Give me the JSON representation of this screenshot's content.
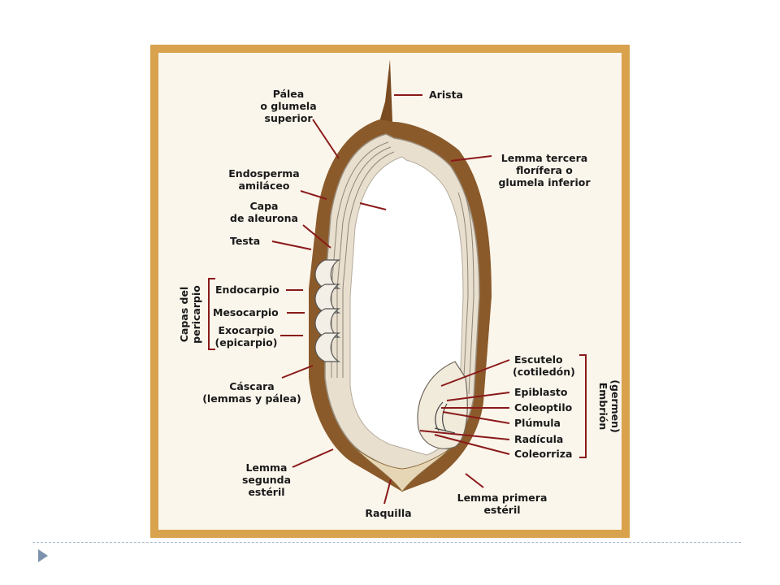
{
  "labels": {
    "arista": "Arista",
    "palea": [
      "Pálea",
      "o glumela",
      "superior"
    ],
    "lemma_tercera": [
      "Lemma tercera",
      "florífera o",
      "glumela inferior"
    ],
    "endosperma": [
      "Endosperma",
      "amiláceo"
    ],
    "aleurona": [
      "Capa",
      "de aleurona"
    ],
    "testa": "Testa",
    "pericarpio_group": [
      "Capas del",
      "pericarpio"
    ],
    "endocarpio": "Endocarpio",
    "mesocarpio": "Mesocarpio",
    "exocarpio": [
      "Exocarpio",
      "(epicarpio)"
    ],
    "cascara": [
      "Cáscara",
      "(lemmas y pálea)"
    ],
    "escutelo": [
      "Escutelo",
      "(cotiledón)"
    ],
    "epiblasto": "Epiblasto",
    "coleoptilo": "Coleoptilo",
    "plumula": "Plúmula",
    "radicula": "Radícula",
    "coleorriza": "Coleorriza",
    "embrion_group": [
      "Embrión",
      "(germen)"
    ],
    "lemma_segunda": [
      "Lemma",
      "segunda",
      "estéril"
    ],
    "raquilla": "Raquilla",
    "lemma_primera": [
      "Lemma primera",
      "estéril"
    ]
  },
  "colors": {
    "frame": "#d9a24c",
    "husk": "#8b5a2b",
    "leader": "#8a1a1a",
    "bullet": "#7d93ad"
  }
}
